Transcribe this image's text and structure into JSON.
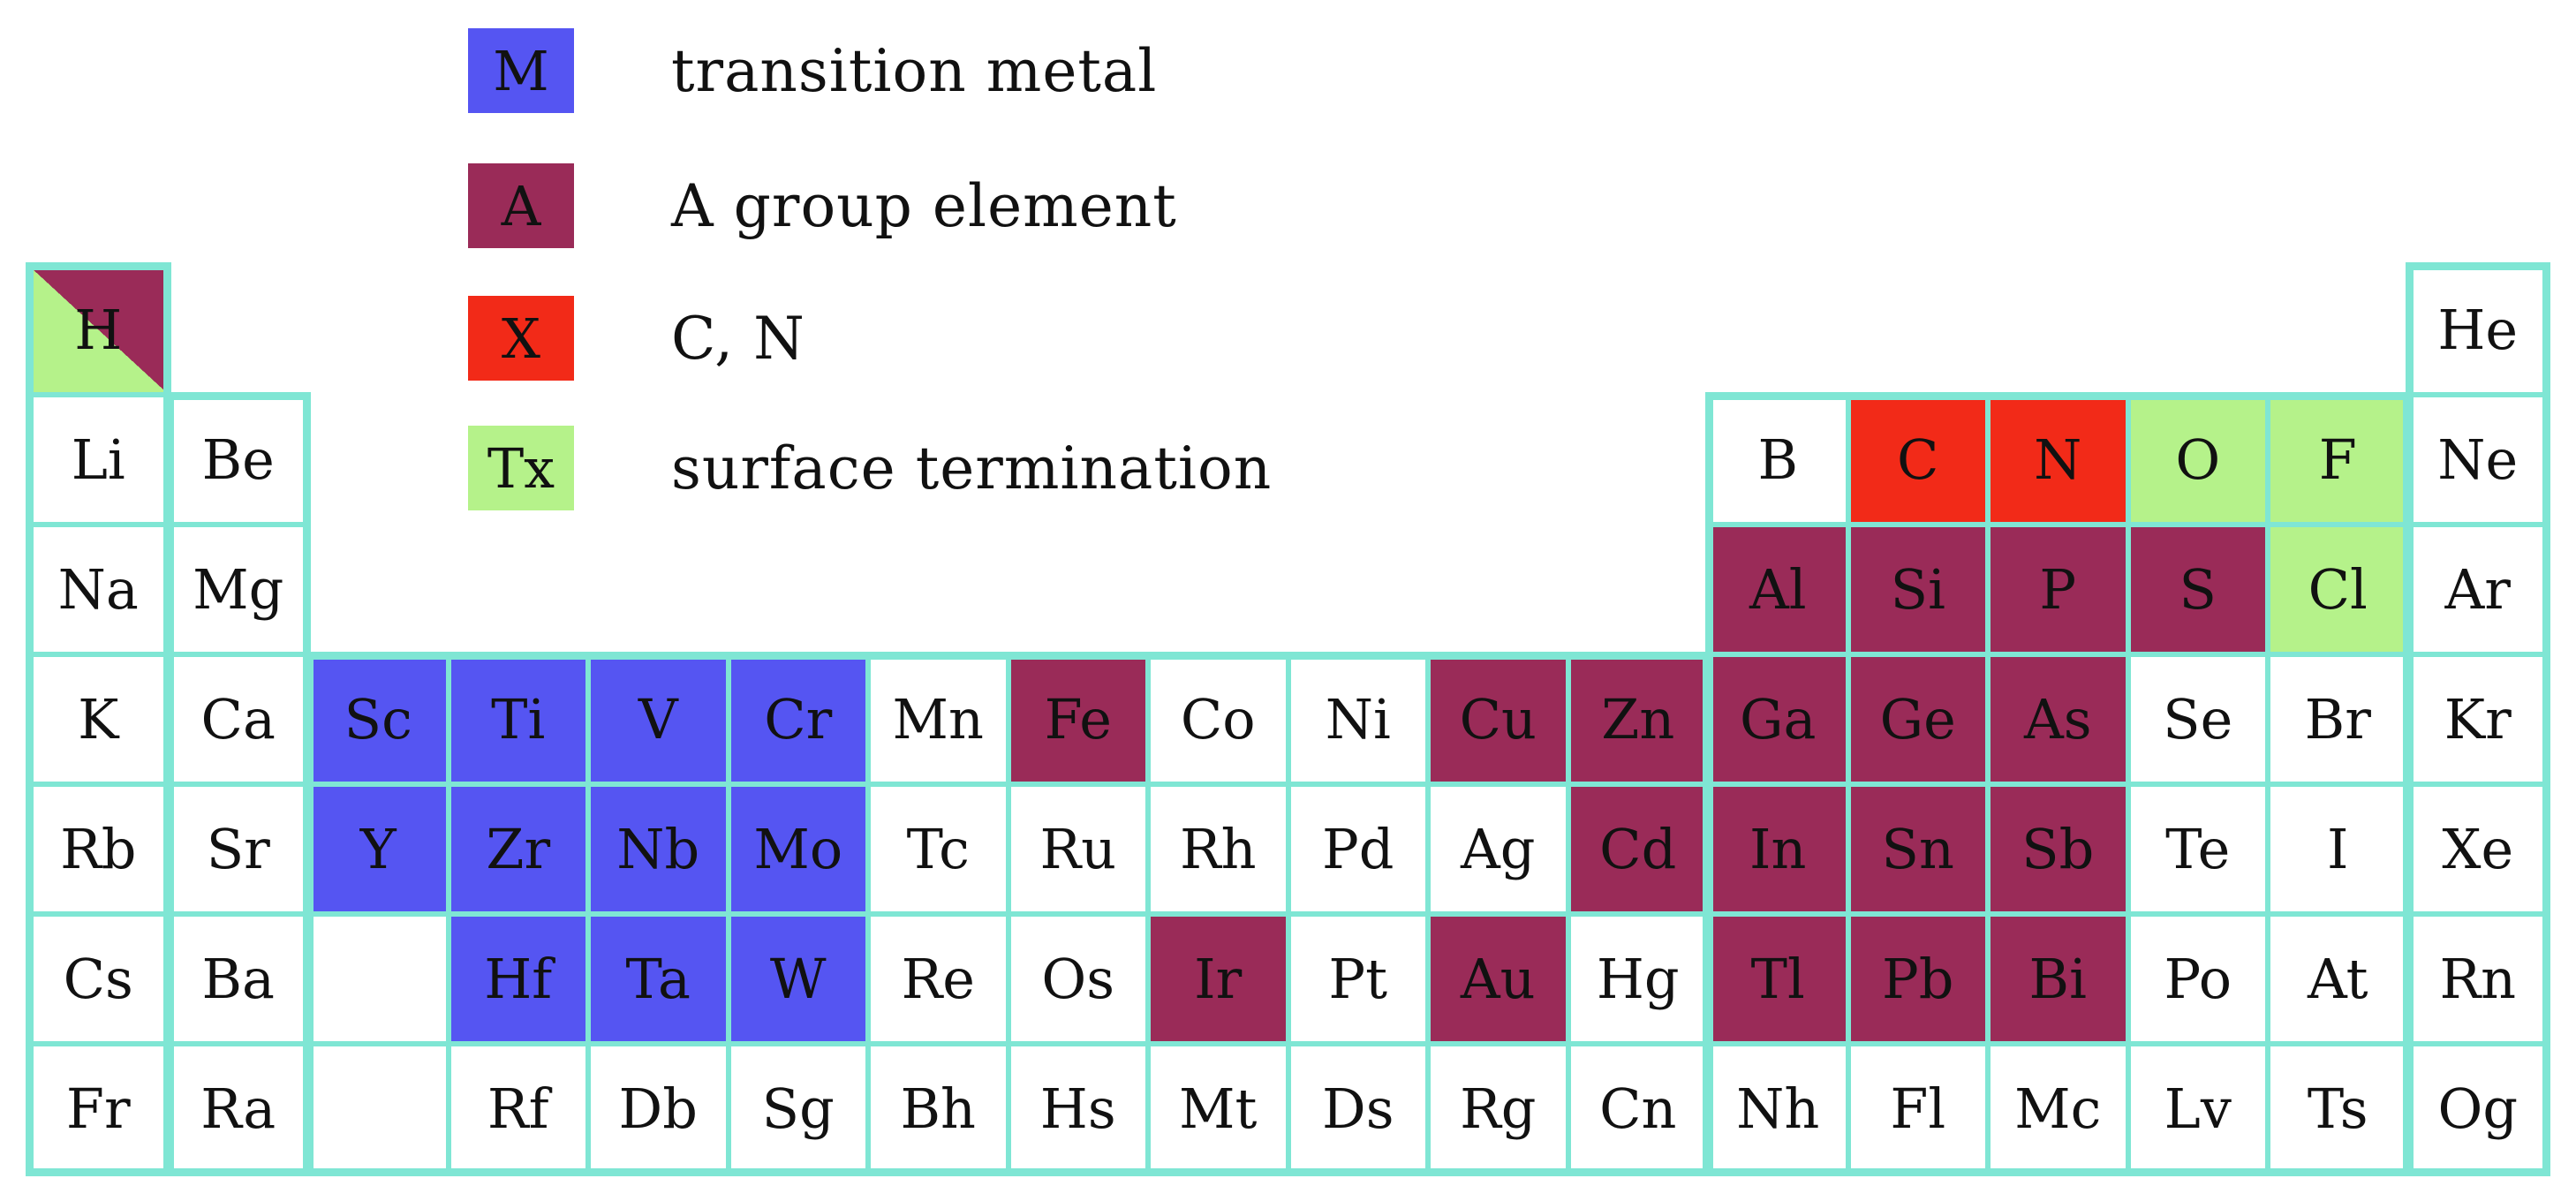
{
  "colors": {
    "transition_metal": "#5555f2",
    "a_group": "#9a2b58",
    "x_element": "#f22a18",
    "termination": "#b5f28a",
    "plain": "#ffffff",
    "border": "#7fe6d4"
  },
  "legend": [
    {
      "symbol": "M",
      "label": "transition metal",
      "category": "transition_metal"
    },
    {
      "symbol": "A",
      "label": "A group element",
      "category": "a_group"
    },
    {
      "symbol": "X",
      "label": "C, N",
      "category": "x_element"
    },
    {
      "symbol": "Tx",
      "label": "surface termination",
      "category": "termination"
    }
  ],
  "elements": [
    {
      "symbol": "H",
      "period": 1,
      "group": 1,
      "category": "split"
    },
    {
      "symbol": "He",
      "period": 1,
      "group": 18,
      "category": "plain"
    },
    {
      "symbol": "Li",
      "period": 2,
      "group": 1,
      "category": "plain"
    },
    {
      "symbol": "Be",
      "period": 2,
      "group": 2,
      "category": "plain"
    },
    {
      "symbol": "B",
      "period": 2,
      "group": 13,
      "category": "plain"
    },
    {
      "symbol": "C",
      "period": 2,
      "group": 14,
      "category": "x_element"
    },
    {
      "symbol": "N",
      "period": 2,
      "group": 15,
      "category": "x_element"
    },
    {
      "symbol": "O",
      "period": 2,
      "group": 16,
      "category": "termination"
    },
    {
      "symbol": "F",
      "period": 2,
      "group": 17,
      "category": "termination"
    },
    {
      "symbol": "Ne",
      "period": 2,
      "group": 18,
      "category": "plain"
    },
    {
      "symbol": "Na",
      "period": 3,
      "group": 1,
      "category": "plain"
    },
    {
      "symbol": "Mg",
      "period": 3,
      "group": 2,
      "category": "plain"
    },
    {
      "symbol": "Al",
      "period": 3,
      "group": 13,
      "category": "a_group"
    },
    {
      "symbol": "Si",
      "period": 3,
      "group": 14,
      "category": "a_group"
    },
    {
      "symbol": "P",
      "period": 3,
      "group": 15,
      "category": "a_group"
    },
    {
      "symbol": "S",
      "period": 3,
      "group": 16,
      "category": "a_group"
    },
    {
      "symbol": "Cl",
      "period": 3,
      "group": 17,
      "category": "termination"
    },
    {
      "symbol": "Ar",
      "period": 3,
      "group": 18,
      "category": "plain"
    },
    {
      "symbol": "K",
      "period": 4,
      "group": 1,
      "category": "plain"
    },
    {
      "symbol": "Ca",
      "period": 4,
      "group": 2,
      "category": "plain"
    },
    {
      "symbol": "Sc",
      "period": 4,
      "group": 3,
      "category": "transition_metal"
    },
    {
      "symbol": "Ti",
      "period": 4,
      "group": 4,
      "category": "transition_metal"
    },
    {
      "symbol": "V",
      "period": 4,
      "group": 5,
      "category": "transition_metal"
    },
    {
      "symbol": "Cr",
      "period": 4,
      "group": 6,
      "category": "transition_metal"
    },
    {
      "symbol": "Mn",
      "period": 4,
      "group": 7,
      "category": "plain"
    },
    {
      "symbol": "Fe",
      "period": 4,
      "group": 8,
      "category": "a_group"
    },
    {
      "symbol": "Co",
      "period": 4,
      "group": 9,
      "category": "plain"
    },
    {
      "symbol": "Ni",
      "period": 4,
      "group": 10,
      "category": "plain"
    },
    {
      "symbol": "Cu",
      "period": 4,
      "group": 11,
      "category": "a_group"
    },
    {
      "symbol": "Zn",
      "period": 4,
      "group": 12,
      "category": "a_group"
    },
    {
      "symbol": "Ga",
      "period": 4,
      "group": 13,
      "category": "a_group"
    },
    {
      "symbol": "Ge",
      "period": 4,
      "group": 14,
      "category": "a_group"
    },
    {
      "symbol": "As",
      "period": 4,
      "group": 15,
      "category": "a_group"
    },
    {
      "symbol": "Se",
      "period": 4,
      "group": 16,
      "category": "plain"
    },
    {
      "symbol": "Br",
      "period": 4,
      "group": 17,
      "category": "plain"
    },
    {
      "symbol": "Kr",
      "period": 4,
      "group": 18,
      "category": "plain"
    },
    {
      "symbol": "Rb",
      "period": 5,
      "group": 1,
      "category": "plain"
    },
    {
      "symbol": "Sr",
      "period": 5,
      "group": 2,
      "category": "plain"
    },
    {
      "symbol": "Y",
      "period": 5,
      "group": 3,
      "category": "transition_metal"
    },
    {
      "symbol": "Zr",
      "period": 5,
      "group": 4,
      "category": "transition_metal"
    },
    {
      "symbol": "Nb",
      "period": 5,
      "group": 5,
      "category": "transition_metal"
    },
    {
      "symbol": "Mo",
      "period": 5,
      "group": 6,
      "category": "transition_metal"
    },
    {
      "symbol": "Tc",
      "period": 5,
      "group": 7,
      "category": "plain"
    },
    {
      "symbol": "Ru",
      "period": 5,
      "group": 8,
      "category": "plain"
    },
    {
      "symbol": "Rh",
      "period": 5,
      "group": 9,
      "category": "plain"
    },
    {
      "symbol": "Pd",
      "period": 5,
      "group": 10,
      "category": "plain"
    },
    {
      "symbol": "Ag",
      "period": 5,
      "group": 11,
      "category": "plain"
    },
    {
      "symbol": "Cd",
      "period": 5,
      "group": 12,
      "category": "a_group"
    },
    {
      "symbol": "In",
      "period": 5,
      "group": 13,
      "category": "a_group"
    },
    {
      "symbol": "Sn",
      "period": 5,
      "group": 14,
      "category": "a_group"
    },
    {
      "symbol": "Sb",
      "period": 5,
      "group": 15,
      "category": "a_group"
    },
    {
      "symbol": "Te",
      "period": 5,
      "group": 16,
      "category": "plain"
    },
    {
      "symbol": "I",
      "period": 5,
      "group": 17,
      "category": "plain"
    },
    {
      "symbol": "Xe",
      "period": 5,
      "group": 18,
      "category": "plain"
    },
    {
      "symbol": "Cs",
      "period": 6,
      "group": 1,
      "category": "plain"
    },
    {
      "symbol": "Ba",
      "period": 6,
      "group": 2,
      "category": "plain"
    },
    {
      "symbol": "",
      "period": 6,
      "group": 3,
      "category": "plain"
    },
    {
      "symbol": "Hf",
      "period": 6,
      "group": 4,
      "category": "transition_metal"
    },
    {
      "symbol": "Ta",
      "period": 6,
      "group": 5,
      "category": "transition_metal"
    },
    {
      "symbol": "W",
      "period": 6,
      "group": 6,
      "category": "transition_metal"
    },
    {
      "symbol": "Re",
      "period": 6,
      "group": 7,
      "category": "plain"
    },
    {
      "symbol": "Os",
      "period": 6,
      "group": 8,
      "category": "plain"
    },
    {
      "symbol": "Ir",
      "period": 6,
      "group": 9,
      "category": "a_group"
    },
    {
      "symbol": "Pt",
      "period": 6,
      "group": 10,
      "category": "plain"
    },
    {
      "symbol": "Au",
      "period": 6,
      "group": 11,
      "category": "a_group"
    },
    {
      "symbol": "Hg",
      "period": 6,
      "group": 12,
      "category": "plain"
    },
    {
      "symbol": "Tl",
      "period": 6,
      "group": 13,
      "category": "a_group"
    },
    {
      "symbol": "Pb",
      "period": 6,
      "group": 14,
      "category": "a_group"
    },
    {
      "symbol": "Bi",
      "period": 6,
      "group": 15,
      "category": "a_group"
    },
    {
      "symbol": "Po",
      "period": 6,
      "group": 16,
      "category": "plain"
    },
    {
      "symbol": "At",
      "period": 6,
      "group": 17,
      "category": "plain"
    },
    {
      "symbol": "Rn",
      "period": 6,
      "group": 18,
      "category": "plain"
    },
    {
      "symbol": "Fr",
      "period": 7,
      "group": 1,
      "category": "plain"
    },
    {
      "symbol": "Ra",
      "period": 7,
      "group": 2,
      "category": "plain"
    },
    {
      "symbol": "",
      "period": 7,
      "group": 3,
      "category": "plain"
    },
    {
      "symbol": "Rf",
      "period": 7,
      "group": 4,
      "category": "plain"
    },
    {
      "symbol": "Db",
      "period": 7,
      "group": 5,
      "category": "plain"
    },
    {
      "symbol": "Sg",
      "period": 7,
      "group": 6,
      "category": "plain"
    },
    {
      "symbol": "Bh",
      "period": 7,
      "group": 7,
      "category": "plain"
    },
    {
      "symbol": "Hs",
      "period": 7,
      "group": 8,
      "category": "plain"
    },
    {
      "symbol": "Mt",
      "period": 7,
      "group": 9,
      "category": "plain"
    },
    {
      "symbol": "Ds",
      "period": 7,
      "group": 10,
      "category": "plain"
    },
    {
      "symbol": "Rg",
      "period": 7,
      "group": 11,
      "category": "plain"
    },
    {
      "symbol": "Cn",
      "period": 7,
      "group": 12,
      "category": "plain"
    },
    {
      "symbol": "Nh",
      "period": 7,
      "group": 13,
      "category": "plain"
    },
    {
      "symbol": "Fl",
      "period": 7,
      "group": 14,
      "category": "plain"
    },
    {
      "symbol": "Mc",
      "period": 7,
      "group": 15,
      "category": "plain"
    },
    {
      "symbol": "Lv",
      "period": 7,
      "group": 16,
      "category": "plain"
    },
    {
      "symbol": "Ts",
      "period": 7,
      "group": 17,
      "category": "plain"
    },
    {
      "symbol": "Og",
      "period": 7,
      "group": 18,
      "category": "plain"
    }
  ]
}
